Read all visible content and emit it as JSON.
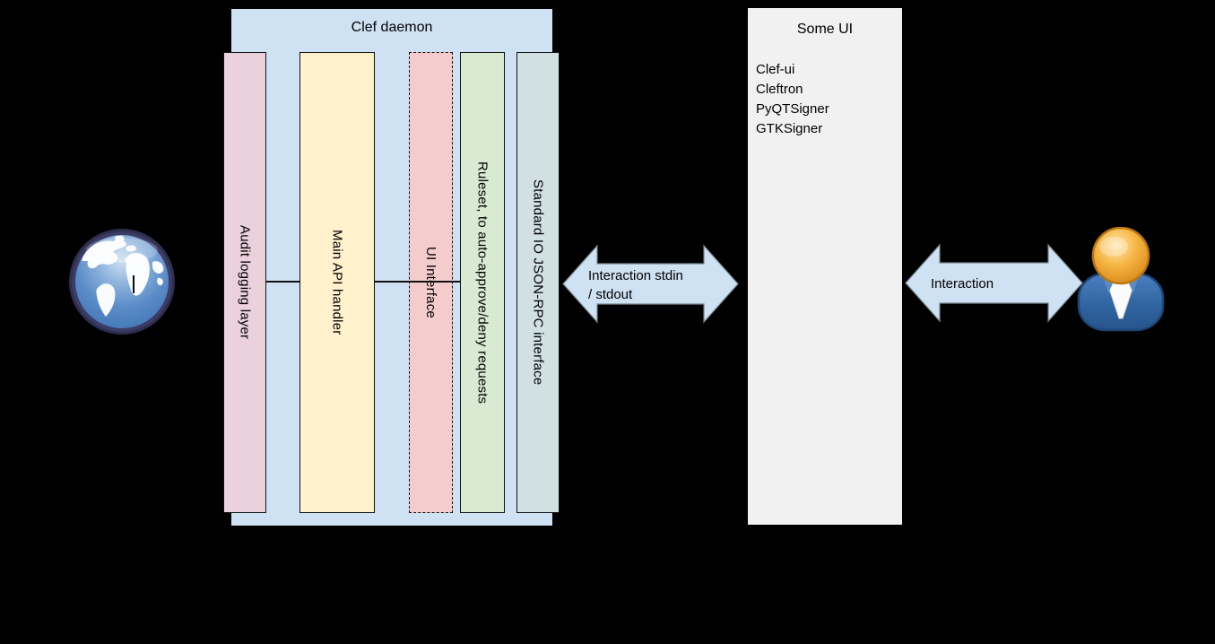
{
  "clef_daemon": {
    "title": "Clef daemon",
    "layers": [
      {
        "label": "Audit logging layer",
        "color": "#ead1dc",
        "border": "solid"
      },
      {
        "label": "Main API handler",
        "color": "#fff2cc",
        "border": "solid"
      },
      {
        "label": "UI Interface",
        "color": "#f4cccc",
        "border": "dashed"
      },
      {
        "label": "Ruleset, to auto-approve/deny requests",
        "color": "#d9ead3",
        "border": "solid"
      },
      {
        "label": "Standard IO JSON-RPC interface",
        "color": "#d0e0e3",
        "border": "solid"
      }
    ]
  },
  "some_ui": {
    "title": "Some UI",
    "items": [
      "Clef-ui",
      "Cleftron",
      "PyQTSigner",
      "GTKSigner"
    ]
  },
  "arrows": {
    "daemon_to_ui": {
      "label_line1": "Interaction stdin",
      "label_line2": "/ stdout"
    },
    "ui_to_user": {
      "label": "Interaction"
    }
  },
  "icons": {
    "left": "globe-icon",
    "right": "user-icon"
  },
  "colors": {
    "background": "#000000",
    "daemon_box": "#cfe2f3",
    "arrow_fill": "#cfe2f3",
    "some_ui_box": "#f1f1f1",
    "audit_layer": "#ead1dc",
    "main_api": "#fff2cc",
    "ui_interface": "#f4cccc",
    "ruleset": "#d9ead3",
    "stdio_interface": "#d0e0e3"
  }
}
